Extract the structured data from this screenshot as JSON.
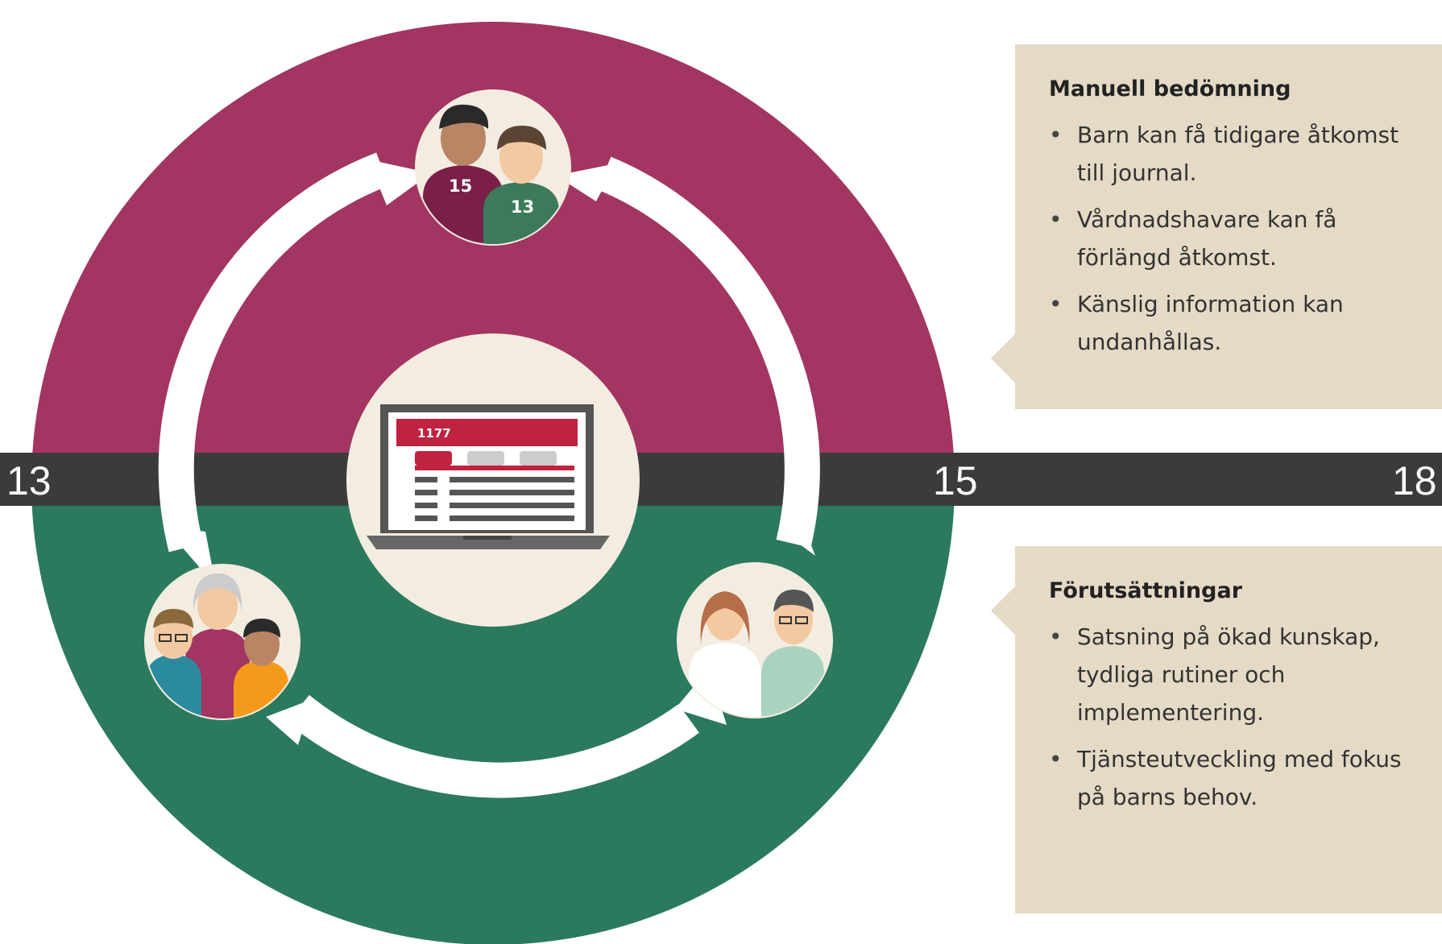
{
  "scale": {
    "labels": [
      "13",
      "15",
      "18"
    ]
  },
  "center": {
    "laptop_brand": "1177"
  },
  "nodes": {
    "top": {
      "badges": [
        "15",
        "13"
      ]
    }
  },
  "callouts": {
    "top": {
      "title": "Manuell bedömning",
      "items": [
        "Barn kan få tidigare åtkomst till journal.",
        "Vårdnadshavare kan få förlängd åtkomst.",
        "Känslig information kan undanhållas."
      ]
    },
    "bottom": {
      "title": "Förutsättningar",
      "items": [
        "Satsning på ökad kunskap, tydliga rutiner och implementering.",
        "Tjänsteutveckling med fokus på barns behov."
      ]
    }
  },
  "colors": {
    "upper": "#a33562",
    "lower": "#2b7a5d",
    "band": "#3b3b3b",
    "callout_bg": "#e5dac6",
    "center_bg": "#f3ece0"
  }
}
